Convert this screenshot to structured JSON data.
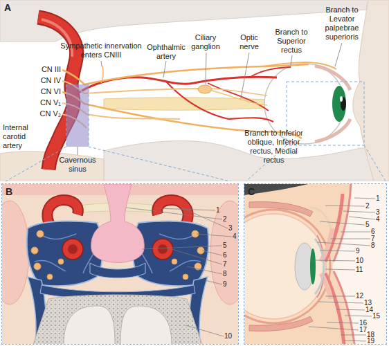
{
  "diagram": {
    "nodes": [
      {
        "text": [
          "B"
        ]
      },
      {
        "text": [
          "C"
        ]
      }
    ],
    "labels": [
      "A",
      "Sympathetic innervation enters CNIII",
      "Ophthalmic artery",
      "Ciliary ganglion",
      "Optic nerve",
      "Branch to Superior rectus",
      "Branch to Levator palpebrae superioris",
      "CN III",
      "CN IV",
      "CN VI",
      "CN V₁",
      "CN V₂",
      "Internal carotid artery",
      "Cavernous sinus",
      "Branch to Inferior oblique, Inferior rectus, Medial rectus",
      "1",
      "2",
      "3",
      "4",
      "5",
      "6",
      "7",
      "8",
      "9",
      "10",
      "1",
      "2",
      "3",
      "4",
      "5",
      "6",
      "7",
      "8",
      "9",
      "10",
      "11",
      "12",
      "13",
      "14",
      "15",
      "16",
      "17",
      "18",
      "19"
    ]
  }
}
